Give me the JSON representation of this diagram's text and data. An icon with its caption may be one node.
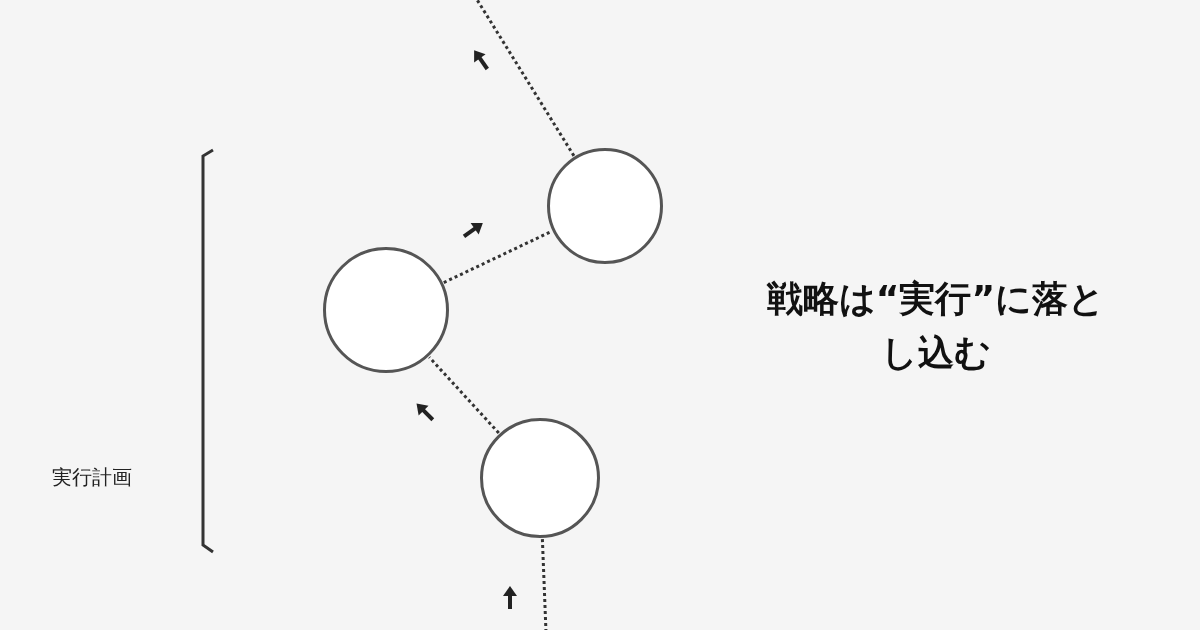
{
  "diagram": {
    "title": "戦略は“実行”に落とし込む",
    "nodes": [
      {
        "text": [],
        "shape": "circle"
      },
      {
        "text": [],
        "shape": "circle"
      },
      {
        "text": [],
        "shape": "circle"
      }
    ],
    "edges": [
      {
        "from": null,
        "to": 2,
        "arrow": "none",
        "style": "dashed"
      },
      {
        "from": 2,
        "to": 1,
        "arrow": "none",
        "style": "dashed"
      },
      {
        "from": 1,
        "to": 0,
        "arrow": "none",
        "style": "dashed"
      },
      {
        "from": 0,
        "to": null,
        "arrow": "none",
        "style": "dashed"
      }
    ],
    "labels": [
      "実行計画"
    ]
  }
}
